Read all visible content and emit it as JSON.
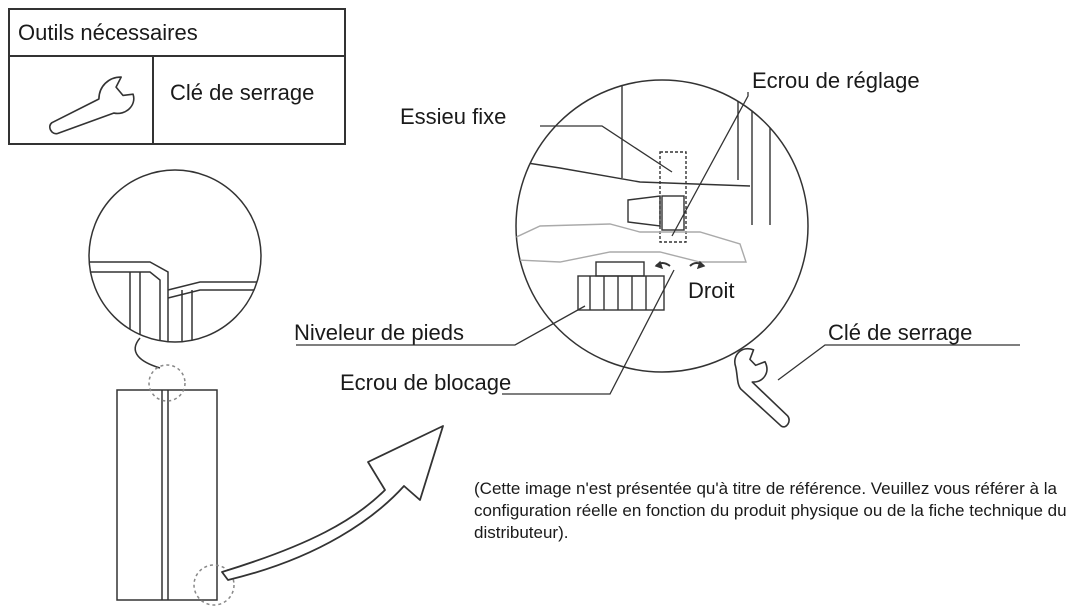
{
  "tools": {
    "header": "Outils nécessaires",
    "items": [
      {
        "icon": "wrench-icon",
        "name": "Clé de serrage"
      }
    ]
  },
  "labels": {
    "fixed_axle": "Essieu fixe",
    "adjusting_nut": "Ecrou de réglage",
    "right": "Droit",
    "foot_leveler": "Niveleur de pieds",
    "lock_nut": "Ecrou de blocage",
    "wrench": "Clé de serrage"
  },
  "note": "(Cette image n'est présentée qu'à titre de référence. Veuillez vous référer à la configuration réelle en fonction du produit physique ou de la fiche technique du distributeur)."
}
